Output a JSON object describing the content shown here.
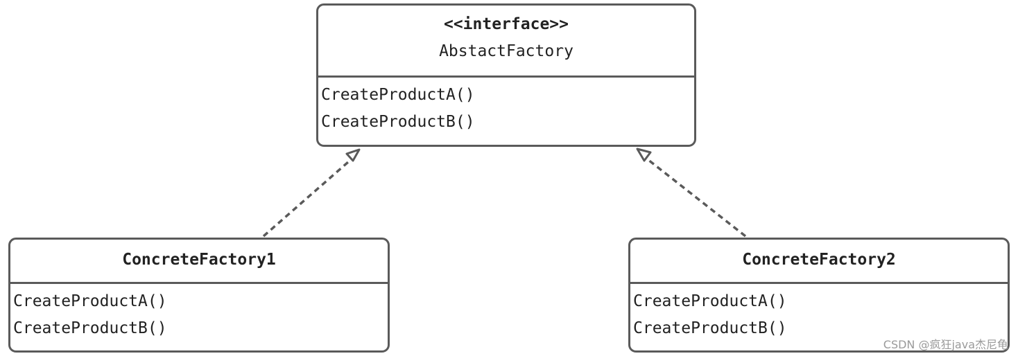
{
  "interface": {
    "stereotype": "<<interface>>",
    "name": "AbstactFactory",
    "methods": [
      "CreateProductA()",
      "CreateProductB()"
    ]
  },
  "concrete1": {
    "name": "ConcreteFactory1",
    "methods": [
      "CreateProductA()",
      "CreateProductB()"
    ]
  },
  "concrete2": {
    "name": "ConcreteFactory2",
    "methods": [
      "CreateProductA()",
      "CreateProductB()"
    ]
  },
  "connectors": [
    {
      "from": "ConcreteFactory1",
      "to": "AbstactFactory",
      "relation": "realization"
    },
    {
      "from": "ConcreteFactory2",
      "to": "AbstactFactory",
      "relation": "realization"
    }
  ],
  "watermark": "CSDN @疯狂java杰尼龟",
  "colors": {
    "stroke": "#5a5a5a",
    "text": "#222222",
    "watermark": "#9a9a9a"
  }
}
